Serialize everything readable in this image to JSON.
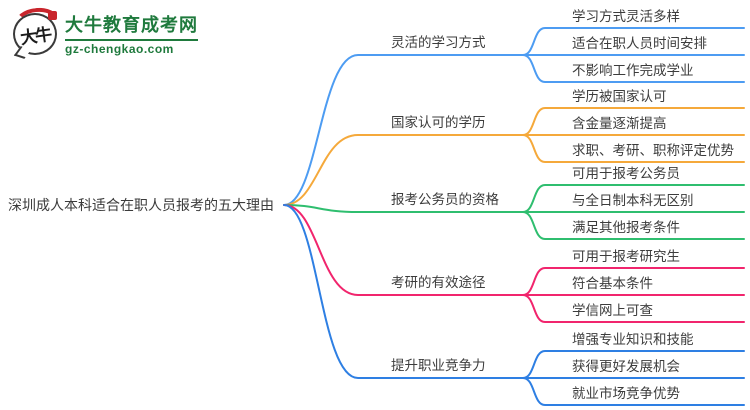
{
  "logo": {
    "badge_text": "大牛",
    "title": "大牛教育成考网",
    "domain": "gz-chengkao.com",
    "brand_green": "#1f7a3d",
    "brand_red": "#c9252c"
  },
  "root": {
    "label": "深圳成人本科适合在职人员报考的五大理由"
  },
  "branches": [
    {
      "label": "灵活的学习方式",
      "color": "#4d9cf2",
      "children": [
        "学习方式灵活多样",
        "适合在职人员时间安排",
        "不影响工作完成学业"
      ]
    },
    {
      "label": "国家认可的学历",
      "color": "#f5a93b",
      "children": [
        "学历被国家认可",
        "含金量逐渐提高",
        "求职、考研、职称评定优势"
      ]
    },
    {
      "label": "报考公务员的资格",
      "color": "#2fbe6f",
      "children": [
        "可用于报考公务员",
        "与全日制本科无区别",
        "满足其他报考条件"
      ]
    },
    {
      "label": "考研的有效途径",
      "color": "#f1256d",
      "children": [
        "可用于报考研究生",
        "符合基本条件",
        "学信网上可查"
      ]
    },
    {
      "label": "提升职业竞争力",
      "color": "#2e7fe3",
      "children": [
        "增强专业知识和技能",
        "获得更好发展机会",
        "就业市场竞争优势"
      ]
    }
  ]
}
